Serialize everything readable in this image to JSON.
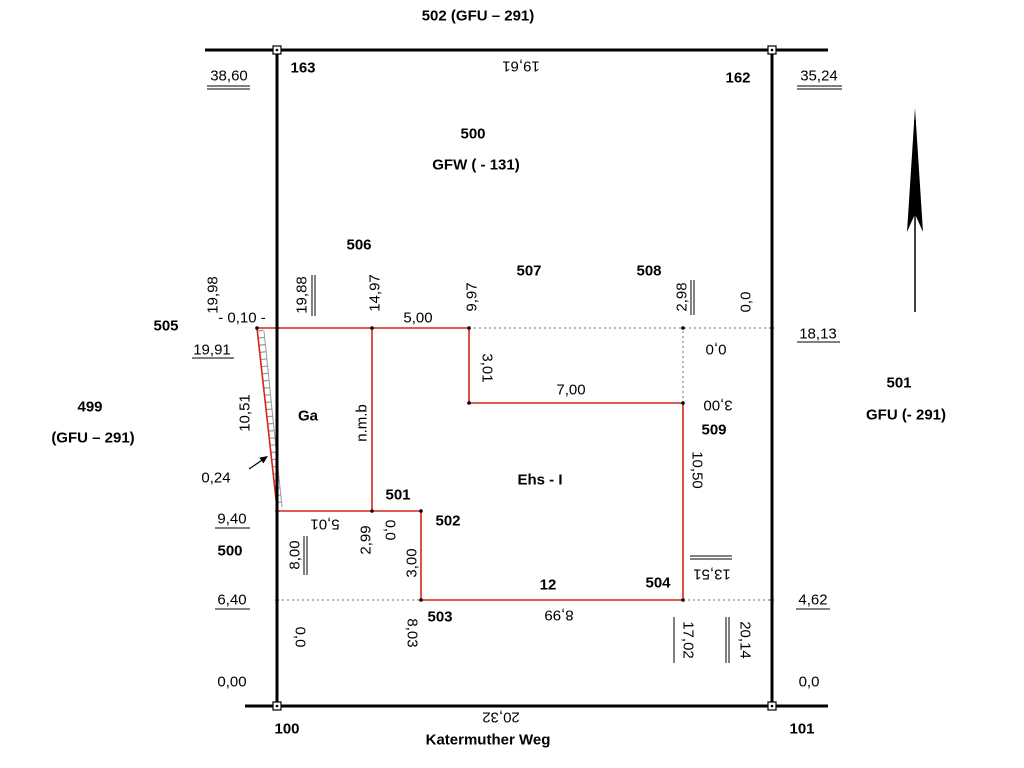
{
  "colors": {
    "building_line": "#d8231c",
    "boundary_line": "#000000",
    "aux_line": "#6e6e6e",
    "hatch": "#9a9a9a"
  },
  "neighbors": {
    "north": "502 (GFU – 291)",
    "west_number": "499",
    "west_use": "(GFU – 291)",
    "east_number": "501",
    "east_use": "GFU (- 291)",
    "south_street": "Katermuther Weg"
  },
  "parcel": {
    "number": "500",
    "use": "GFW ( - 131)",
    "house_number": "12"
  },
  "buildings": {
    "garage": "Ga",
    "house": "Ehs - I",
    "wall_note": "n.m.b"
  },
  "boundary_points": {
    "p100": "100",
    "p101": "101",
    "p162": "162",
    "p163": "163"
  },
  "building_points": {
    "p500": "500",
    "p501": "501",
    "p502": "502",
    "p503": "503",
    "p504": "504",
    "p505": "505",
    "p506": "506",
    "p507": "507",
    "p508": "508",
    "p509": "509"
  },
  "measures": {
    "north_side": "19,61",
    "south_side": "20,32",
    "west_163": "38,60",
    "west_505": "19,91",
    "west_500": "9,40",
    "west_front": "6,40",
    "west_100": "0,00",
    "east_162": "35,24",
    "east_508": "18,13",
    "east_front": "4,62",
    "east_101": "0,0",
    "top_505": "19,98",
    "top_corner": "19,88",
    "top_506": "14,97",
    "top_507": "9,97",
    "top_508": "2,98",
    "top_east": "0,0",
    "offset_505": "- 0,10 -",
    "w_506_507": "5,00",
    "offset_508": "0,0",
    "d_507_down": "3,01",
    "w_north_house": "7,00",
    "d_508_509": "3,00",
    "garage_slant": "10,51",
    "offset_slant": "0,24",
    "d_509_504": "10,50",
    "w_garage_south": "5,01",
    "offset_501": "0,0",
    "d_501": "2,99",
    "garage_depth": "8,00",
    "d_502_503": "3,00",
    "east_house": "13,51",
    "w_south_house": "8,99",
    "front_503": "8,03",
    "front_west": "0,0",
    "front_504": "17,02",
    "front_east": "20,14"
  }
}
